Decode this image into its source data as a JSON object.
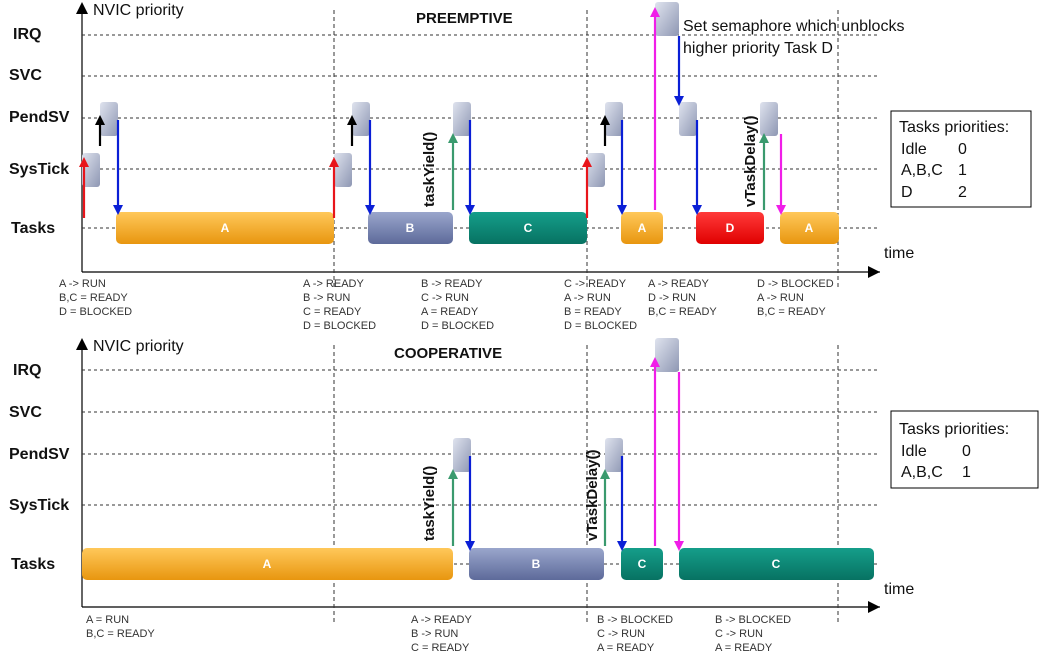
{
  "colors": {
    "task_orange": "#f5a623",
    "task_blue": "#7482b0",
    "task_teal": "#0b8a78",
    "task_red": "#ff0000",
    "arrow_red": "#e8151b",
    "arrow_black": "#000000",
    "arrow_blue": "#0a1fd6",
    "arrow_green": "#3a9a6e",
    "arrow_magenta": "#f01ee8",
    "isr_block": "#a9b0c4"
  },
  "preemptive": {
    "title": "PREEMPTIVE",
    "y_axis_label": "NVIC priority",
    "time_label": "time",
    "rows": {
      "irq": "IRQ",
      "svc": "SVC",
      "pendsv": "PendSV",
      "systick": "SysTick",
      "tasks": "Tasks"
    },
    "tasks": [
      {
        "label": "A"
      },
      {
        "label": "B"
      },
      {
        "label": "C"
      },
      {
        "label": "A"
      },
      {
        "label": "D"
      },
      {
        "label": "A"
      }
    ],
    "calls": {
      "task_yield": "taskYield()",
      "v_task_delay": "vTaskDelay()"
    },
    "note_line1": "Set semaphore which unblocks",
    "note_line2": "higher priority Task D",
    "priority_box": {
      "title": "Tasks priorities:",
      "rows": [
        {
          "name": "Idle",
          "value": "0"
        },
        {
          "name": "A,B,C",
          "value": "1"
        },
        {
          "name": "D",
          "value": "2"
        }
      ]
    },
    "state_groups": [
      [
        "A -> RUN",
        "B,C = READY",
        "D = BLOCKED"
      ],
      [
        "A -> READY",
        "B -> RUN",
        "C = READY",
        "D = BLOCKED"
      ],
      [
        "B -> READY",
        "C -> RUN",
        "A = READY",
        "D = BLOCKED"
      ],
      [
        "C -> READY",
        "A -> RUN",
        "B = READY",
        "D = BLOCKED"
      ],
      [
        "A  -> READY",
        "D -> RUN",
        "B,C = READY"
      ],
      [
        "D -> BLOCKED",
        "A -> RUN",
        "B,C = READY"
      ]
    ]
  },
  "cooperative": {
    "title": "COOPERATIVE",
    "y_axis_label": "NVIC priority",
    "time_label": "time",
    "rows": {
      "irq": "IRQ",
      "svc": "SVC",
      "pendsv": "PendSV",
      "systick": "SysTick",
      "tasks": "Tasks"
    },
    "tasks": [
      {
        "label": "A"
      },
      {
        "label": "B"
      },
      {
        "label": "C"
      },
      {
        "label": "C"
      }
    ],
    "calls": {
      "task_yield": "taskYield()",
      "v_task_delay": "vTaskDelay()"
    },
    "priority_box": {
      "title": "Tasks priorities:",
      "rows": [
        {
          "name": "Idle",
          "value": "0"
        },
        {
          "name": "A,B,C",
          "value": "1"
        }
      ]
    },
    "state_groups": [
      [
        "A = RUN",
        "B,C = READY"
      ],
      [
        "A -> READY",
        "B -> RUN",
        "C = READY"
      ],
      [
        "B -> BLOCKED",
        "C -> RUN",
        "A = READY"
      ],
      [
        "B -> BLOCKED",
        "C -> RUN",
        "A = READY"
      ]
    ]
  }
}
